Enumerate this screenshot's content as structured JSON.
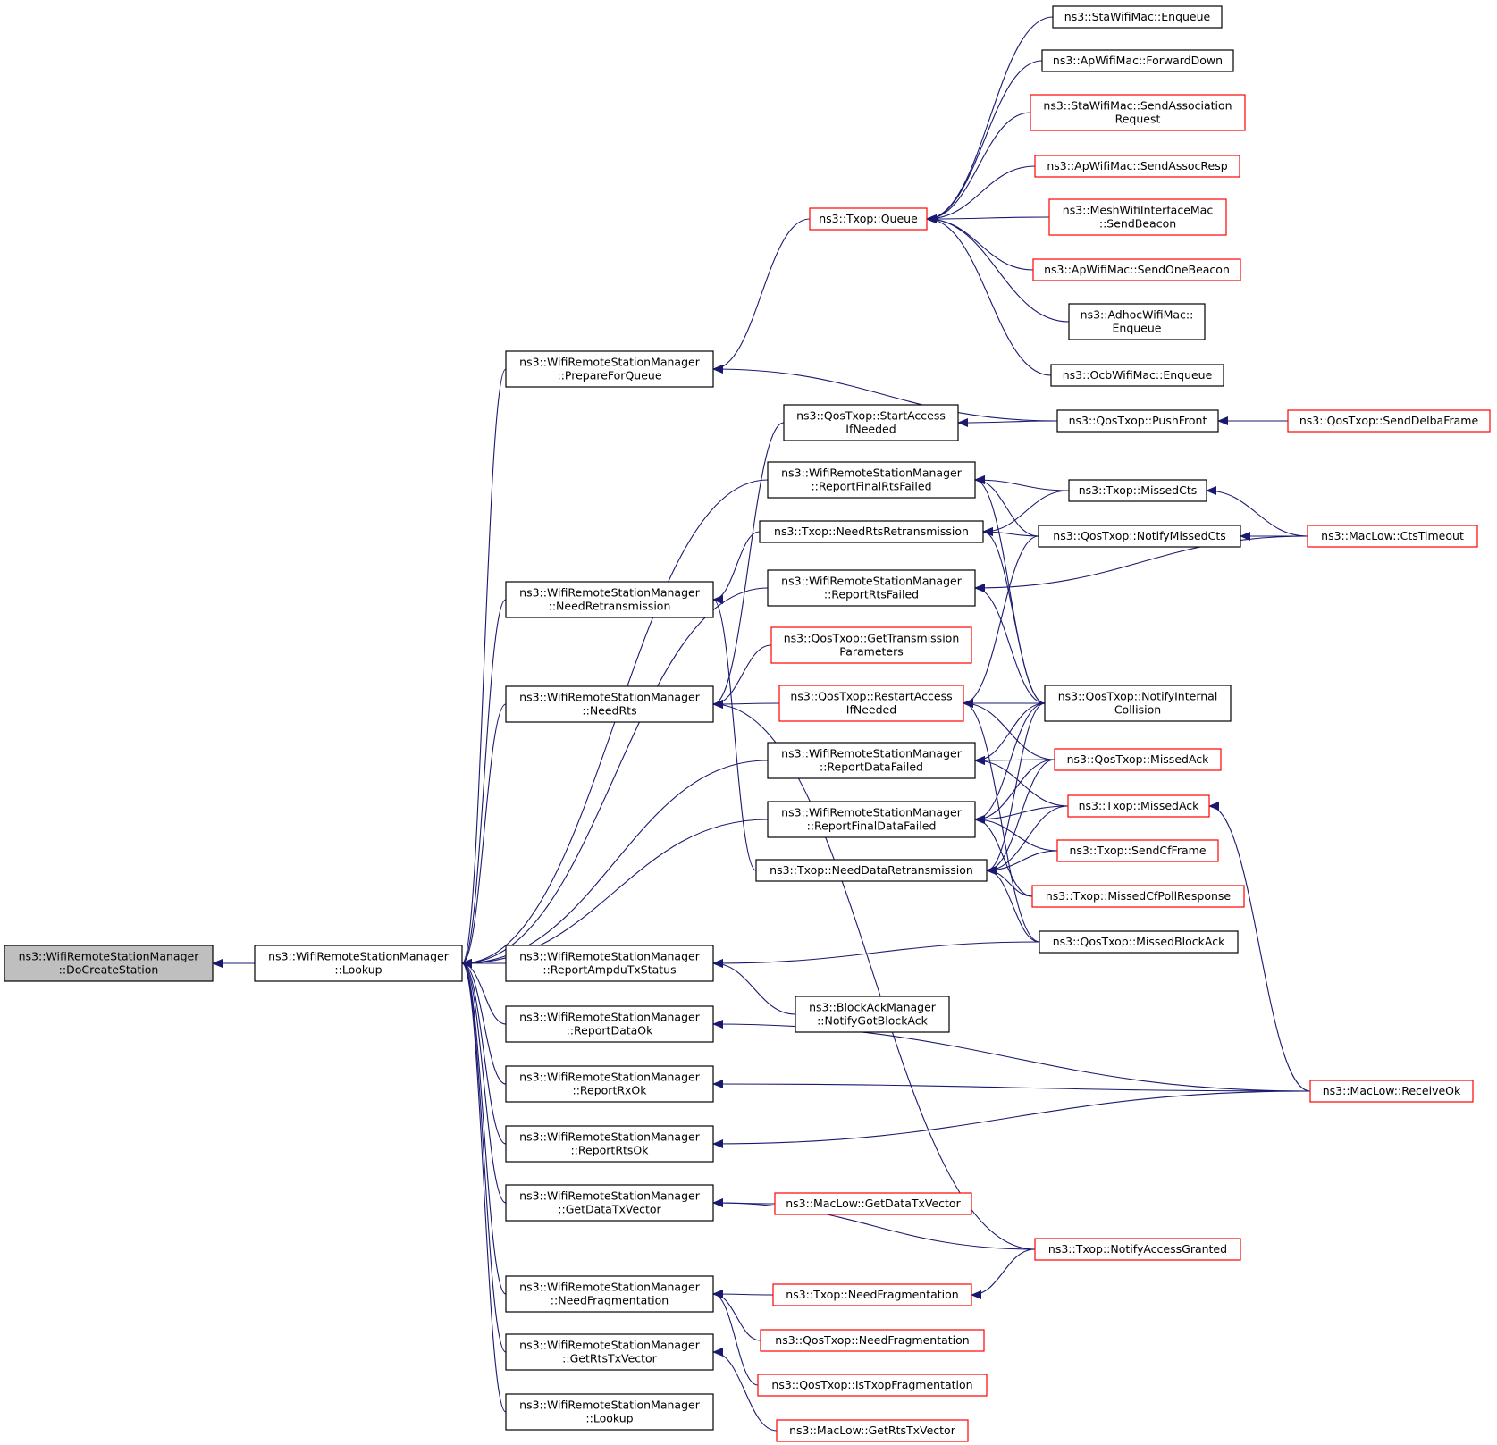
{
  "diagram": {
    "kind": "caller graph",
    "colors": {
      "edge": "#191970",
      "root_fill": "#bfbfbf",
      "normal_border": "#000000",
      "truncated_border": "#ff0000",
      "fill": "#ffffff"
    },
    "nodes": [
      {
        "id": "n0",
        "lines": [
          "ns3::WifiRemoteStationManager",
          "::DoCreateStation"
        ],
        "style": "root"
      },
      {
        "id": "n1",
        "lines": [
          "ns3::WifiRemoteStationManager",
          "::Lookup"
        ],
        "style": "normal"
      },
      {
        "id": "n2",
        "lines": [
          "ns3::WifiRemoteStationManager",
          "::PrepareForQueue"
        ],
        "style": "normal"
      },
      {
        "id": "n3",
        "lines": [
          "ns3::Txop::Queue"
        ],
        "style": "truncated"
      },
      {
        "id": "n4",
        "lines": [
          "ns3::StaWifiMac::Enqueue"
        ],
        "style": "normal"
      },
      {
        "id": "n5",
        "lines": [
          "ns3::ApWifiMac::ForwardDown"
        ],
        "style": "normal"
      },
      {
        "id": "n6",
        "lines": [
          "ns3::StaWifiMac::SendAssociation",
          "Request"
        ],
        "style": "truncated"
      },
      {
        "id": "n7",
        "lines": [
          "ns3::ApWifiMac::SendAssocResp"
        ],
        "style": "truncated"
      },
      {
        "id": "n8",
        "lines": [
          "ns3::MeshWifiInterfaceMac",
          "::SendBeacon"
        ],
        "style": "truncated"
      },
      {
        "id": "n9",
        "lines": [
          "ns3::ApWifiMac::SendOneBeacon"
        ],
        "style": "truncated"
      },
      {
        "id": "n10",
        "lines": [
          "ns3::AdhocWifiMac::",
          "Enqueue"
        ],
        "style": "normal"
      },
      {
        "id": "n11",
        "lines": [
          "ns3::OcbWifiMac::Enqueue"
        ],
        "style": "normal"
      },
      {
        "id": "n12",
        "lines": [
          "ns3::QosTxop::PushFront"
        ],
        "style": "normal"
      },
      {
        "id": "n13",
        "lines": [
          "ns3::QosTxop::SendDelbaFrame"
        ],
        "style": "truncated"
      },
      {
        "id": "n14",
        "lines": [
          "ns3::QosTxop::StartAccess",
          "IfNeeded"
        ],
        "style": "normal"
      },
      {
        "id": "n15",
        "lines": [
          "ns3::WifiRemoteStationManager",
          "::ReportFinalRtsFailed"
        ],
        "style": "normal"
      },
      {
        "id": "n16",
        "lines": [
          "ns3::Txop::MissedCts"
        ],
        "style": "normal"
      },
      {
        "id": "n17",
        "lines": [
          "ns3::Txop::NeedRtsRetransmission"
        ],
        "style": "normal"
      },
      {
        "id": "n18",
        "lines": [
          "ns3::QosTxop::NotifyMissedCts"
        ],
        "style": "normal"
      },
      {
        "id": "n19",
        "lines": [
          "ns3::MacLow::CtsTimeout"
        ],
        "style": "truncated"
      },
      {
        "id": "n20",
        "lines": [
          "ns3::WifiRemoteStationManager",
          "::NeedRetransmission"
        ],
        "style": "normal"
      },
      {
        "id": "n21",
        "lines": [
          "ns3::WifiRemoteStationManager",
          "::ReportRtsFailed"
        ],
        "style": "normal"
      },
      {
        "id": "n22",
        "lines": [
          "ns3::QosTxop::GetTransmission",
          "Parameters"
        ],
        "style": "truncated"
      },
      {
        "id": "n23",
        "lines": [
          "ns3::WifiRemoteStationManager",
          "::NeedRts"
        ],
        "style": "normal"
      },
      {
        "id": "n24",
        "lines": [
          "ns3::QosTxop::RestartAccess",
          "IfNeeded"
        ],
        "style": "truncated"
      },
      {
        "id": "n25",
        "lines": [
          "ns3::QosTxop::NotifyInternal",
          "Collision"
        ],
        "style": "normal"
      },
      {
        "id": "n26",
        "lines": [
          "ns3::WifiRemoteStationManager",
          "::ReportDataFailed"
        ],
        "style": "normal"
      },
      {
        "id": "n27",
        "lines": [
          "ns3::QosTxop::MissedAck"
        ],
        "style": "truncated"
      },
      {
        "id": "n28",
        "lines": [
          "ns3::WifiRemoteStationManager",
          "::ReportFinalDataFailed"
        ],
        "style": "normal"
      },
      {
        "id": "n29",
        "lines": [
          "ns3::Txop::MissedAck"
        ],
        "style": "truncated"
      },
      {
        "id": "n30",
        "lines": [
          "ns3::Txop::SendCfFrame"
        ],
        "style": "truncated"
      },
      {
        "id": "n31",
        "lines": [
          "ns3::Txop::NeedDataRetransmission"
        ],
        "style": "normal"
      },
      {
        "id": "n32",
        "lines": [
          "ns3::Txop::MissedCfPollResponse"
        ],
        "style": "truncated"
      },
      {
        "id": "n33",
        "lines": [
          "ns3::QosTxop::MissedBlockAck"
        ],
        "style": "normal"
      },
      {
        "id": "n34",
        "lines": [
          "ns3::WifiRemoteStationManager",
          "::ReportAmpduTxStatus"
        ],
        "style": "normal"
      },
      {
        "id": "n35",
        "lines": [
          "ns3::BlockAckManager",
          "::NotifyGotBlockAck"
        ],
        "style": "normal"
      },
      {
        "id": "n36",
        "lines": [
          "ns3::WifiRemoteStationManager",
          "::ReportDataOk"
        ],
        "style": "normal"
      },
      {
        "id": "n37",
        "lines": [
          "ns3::WifiRemoteStationManager",
          "::ReportRxOk"
        ],
        "style": "normal"
      },
      {
        "id": "n38",
        "lines": [
          "ns3::MacLow::ReceiveOk"
        ],
        "style": "truncated"
      },
      {
        "id": "n39",
        "lines": [
          "ns3::WifiRemoteStationManager",
          "::ReportRtsOk"
        ],
        "style": "normal"
      },
      {
        "id": "n40",
        "lines": [
          "ns3::WifiRemoteStationManager",
          "::GetDataTxVector"
        ],
        "style": "normal"
      },
      {
        "id": "n41",
        "lines": [
          "ns3::MacLow::GetDataTxVector"
        ],
        "style": "truncated"
      },
      {
        "id": "n42",
        "lines": [
          "ns3::Txop::NotifyAccessGranted"
        ],
        "style": "truncated"
      },
      {
        "id": "n43",
        "lines": [
          "ns3::WifiRemoteStationManager",
          "::NeedFragmentation"
        ],
        "style": "normal"
      },
      {
        "id": "n44",
        "lines": [
          "ns3::Txop::NeedFragmentation"
        ],
        "style": "truncated"
      },
      {
        "id": "n45",
        "lines": [
          "ns3::QosTxop::NeedFragmentation"
        ],
        "style": "truncated"
      },
      {
        "id": "n46",
        "lines": [
          "ns3::QosTxop::IsTxopFragmentation"
        ],
        "style": "truncated"
      },
      {
        "id": "n47",
        "lines": [
          "ns3::WifiRemoteStationManager",
          "::GetRtsTxVector"
        ],
        "style": "normal"
      },
      {
        "id": "n48",
        "lines": [
          "ns3::MacLow::GetRtsTxVector"
        ],
        "style": "truncated"
      },
      {
        "id": "n49",
        "lines": [
          "ns3::WifiRemoteStationManager",
          "::Lookup"
        ],
        "style": "normal"
      }
    ],
    "edges": [
      [
        "n1",
        "n0"
      ],
      [
        "n2",
        "n1"
      ],
      [
        "n15",
        "n1"
      ],
      [
        "n20",
        "n1"
      ],
      [
        "n21",
        "n1"
      ],
      [
        "n23",
        "n1"
      ],
      [
        "n26",
        "n1"
      ],
      [
        "n28",
        "n1"
      ],
      [
        "n34",
        "n1"
      ],
      [
        "n36",
        "n1"
      ],
      [
        "n37",
        "n1"
      ],
      [
        "n39",
        "n1"
      ],
      [
        "n40",
        "n1"
      ],
      [
        "n43",
        "n1"
      ],
      [
        "n47",
        "n1"
      ],
      [
        "n49",
        "n1"
      ],
      [
        "n3",
        "n2"
      ],
      [
        "n12",
        "n2"
      ],
      [
        "n4",
        "n3"
      ],
      [
        "n5",
        "n3"
      ],
      [
        "n6",
        "n3"
      ],
      [
        "n7",
        "n3"
      ],
      [
        "n8",
        "n3"
      ],
      [
        "n9",
        "n3"
      ],
      [
        "n10",
        "n3"
      ],
      [
        "n11",
        "n3"
      ],
      [
        "n13",
        "n12"
      ],
      [
        "n12",
        "n14"
      ],
      [
        "n16",
        "n15"
      ],
      [
        "n18",
        "n15"
      ],
      [
        "n25",
        "n15"
      ],
      [
        "n16",
        "n17"
      ],
      [
        "n18",
        "n17"
      ],
      [
        "n25",
        "n17"
      ],
      [
        "n19",
        "n16"
      ],
      [
        "n19",
        "n18"
      ],
      [
        "n19",
        "n21"
      ],
      [
        "n25",
        "n21"
      ],
      [
        "n17",
        "n20"
      ],
      [
        "n31",
        "n20"
      ],
      [
        "n14",
        "n23"
      ],
      [
        "n22",
        "n23"
      ],
      [
        "n24",
        "n23"
      ],
      [
        "n42",
        "n23"
      ],
      [
        "n18",
        "n24"
      ],
      [
        "n25",
        "n24"
      ],
      [
        "n27",
        "n24"
      ],
      [
        "n33",
        "n24"
      ],
      [
        "n25",
        "n26"
      ],
      [
        "n27",
        "n26"
      ],
      [
        "n29",
        "n26"
      ],
      [
        "n25",
        "n28"
      ],
      [
        "n27",
        "n28"
      ],
      [
        "n29",
        "n28"
      ],
      [
        "n30",
        "n28"
      ],
      [
        "n32",
        "n28"
      ],
      [
        "n25",
        "n31"
      ],
      [
        "n27",
        "n31"
      ],
      [
        "n29",
        "n31"
      ],
      [
        "n30",
        "n31"
      ],
      [
        "n32",
        "n31"
      ],
      [
        "n33",
        "n31"
      ],
      [
        "n38",
        "n29"
      ],
      [
        "n33",
        "n34"
      ],
      [
        "n35",
        "n34"
      ],
      [
        "n38",
        "n36"
      ],
      [
        "n38",
        "n37"
      ],
      [
        "n38",
        "n39"
      ],
      [
        "n41",
        "n40"
      ],
      [
        "n42",
        "n40"
      ],
      [
        "n44",
        "n43"
      ],
      [
        "n45",
        "n43"
      ],
      [
        "n46",
        "n43"
      ],
      [
        "n42",
        "n44"
      ],
      [
        "n48",
        "n47"
      ]
    ]
  }
}
